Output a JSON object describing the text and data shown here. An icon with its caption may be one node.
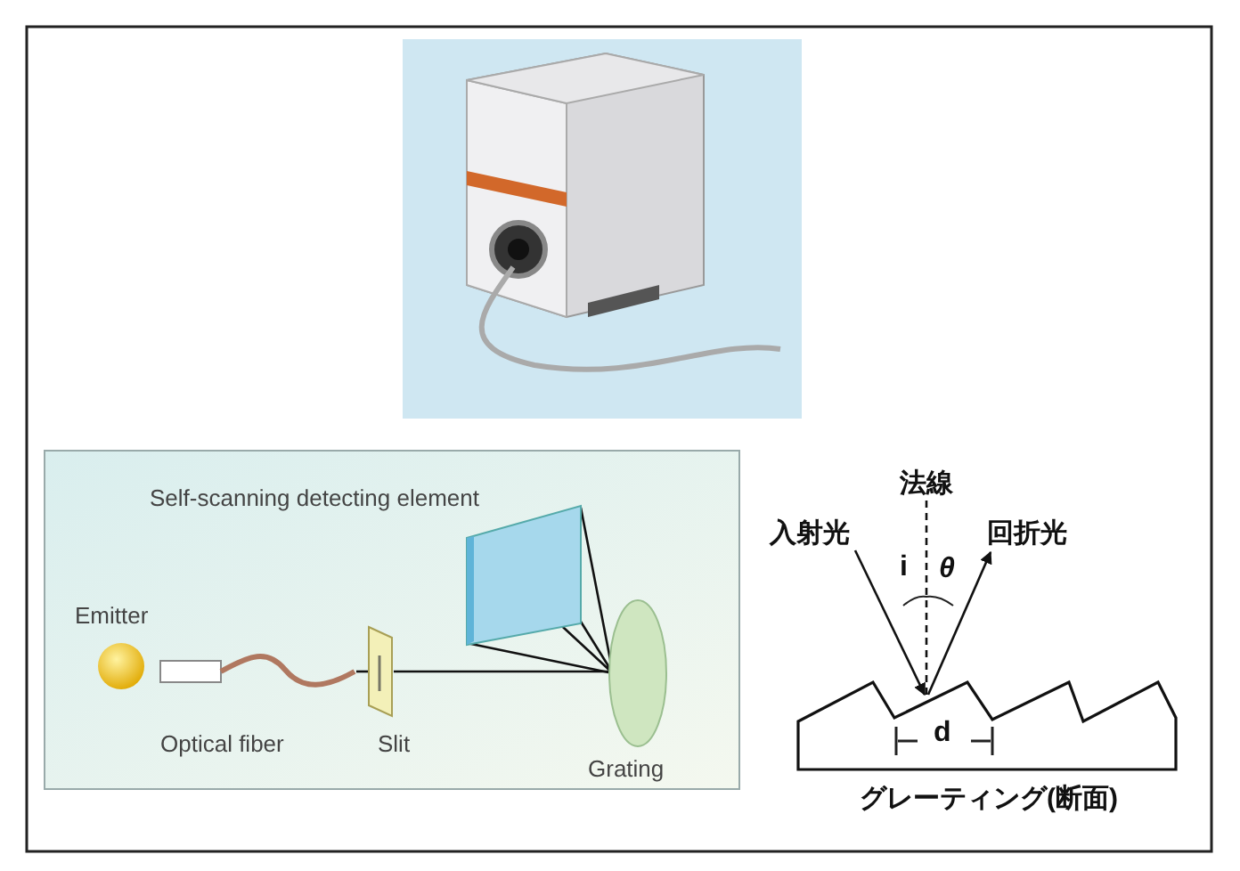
{
  "diagram": {
    "nodes": [
      {
        "text": [
          "Emitter"
        ]
      },
      {
        "text": [
          "Optical fiber"
        ]
      },
      {
        "text": [
          "Slit"
        ]
      },
      {
        "text": [
          "Grating"
        ]
      },
      {
        "text": [
          "Self-scanning detecting element"
        ]
      },
      {
        "text": [
          "法線"
        ]
      },
      {
        "text": [
          "入射光"
        ]
      },
      {
        "text": [
          "回折光"
        ]
      },
      {
        "text": [
          "グレーティング(断面)"
        ]
      }
    ],
    "edges": [
      {
        "from": 1,
        "to": 2,
        "arrow": "none"
      },
      {
        "from": 2,
        "to": 3,
        "arrow": "none"
      },
      {
        "from": 3,
        "to": 4,
        "arrow": "none"
      },
      {
        "from": 5,
        "to": 8,
        "arrow": "none",
        "style": "dashed"
      },
      {
        "from": 6,
        "to": 8,
        "arrow": "to"
      },
      {
        "from": 8,
        "to": 7,
        "arrow": "to"
      }
    ],
    "labels": [
      "i",
      "θ",
      "d"
    ]
  }
}
